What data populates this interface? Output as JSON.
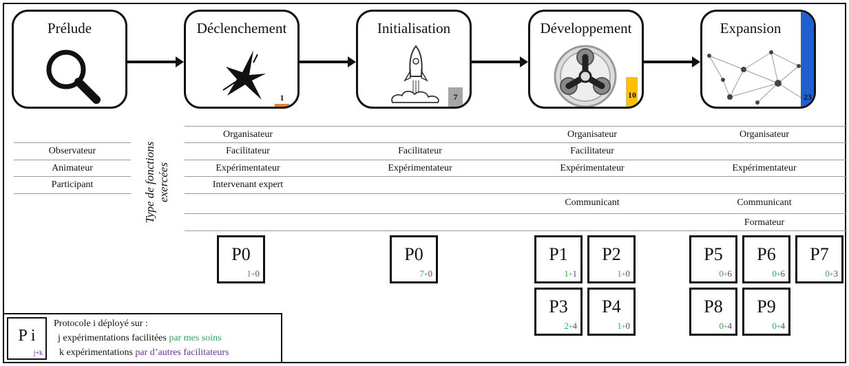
{
  "phases": [
    {
      "title": "Prélude",
      "icon": "magnifier-icon"
    },
    {
      "title": "Déclenchement",
      "icon": "explosion-icon",
      "bar": {
        "value": "1",
        "color": "#ed7d31"
      }
    },
    {
      "title": "Initialisation",
      "icon": "rocket-icon",
      "bar": {
        "value": "7",
        "color": "#a6a6a6"
      }
    },
    {
      "title": "Développement",
      "icon": "gear-icon",
      "bar": {
        "value": "10",
        "color": "#ffc000"
      }
    },
    {
      "title": "Expansion",
      "icon": "network-icon",
      "bar": {
        "value": "23",
        "color": "#1f5fd0"
      }
    }
  ],
  "axis_label": "Type de fonctions exercées",
  "prelude_roles": [
    "Observateur",
    "Animateur",
    "Participant"
  ],
  "columns": [
    {
      "rows": [
        "Organisateur",
        "Facilitateur",
        "Expérimentateur",
        "Intervenant  expert",
        "",
        ""
      ]
    },
    {
      "rows": [
        "",
        "Facilitateur",
        "Expérimentateur",
        "",
        "",
        ""
      ]
    },
    {
      "rows": [
        "Organisateur",
        "Facilitateur",
        "Expérimentateur",
        "",
        "Communicant",
        ""
      ]
    },
    {
      "rows": [
        "Organisateur",
        "",
        "Expérimentateur",
        "",
        "Communicant",
        "Formateur"
      ]
    }
  ],
  "protocols": [
    {
      "name": "P0",
      "j": "1",
      "k": "0"
    },
    {
      "name": "P0",
      "j": "7",
      "k": "0"
    },
    {
      "name": "P1",
      "j": "1",
      "k": "1"
    },
    {
      "name": "P2",
      "j": "1",
      "k": "0"
    },
    {
      "name": "P3",
      "j": "2",
      "k": "4"
    },
    {
      "name": "P4",
      "j": "1",
      "k": "0"
    },
    {
      "name": "P5",
      "j": "0",
      "k": "6"
    },
    {
      "name": "P6",
      "j": "0",
      "k": "6"
    },
    {
      "name": "P7",
      "j": "0",
      "k": "3"
    },
    {
      "name": "P8",
      "j": "0",
      "k": "4"
    },
    {
      "name": "P9",
      "j": "0",
      "k": "4"
    }
  ],
  "plus_sign": "+",
  "legend": {
    "box_name": "P i",
    "box_count": "j+k",
    "line1": "Protocole i déployé sur :",
    "line2_prefix": "j expérimentations facilitées ",
    "line2_colored": "par mes soins",
    "line3_prefix": "k expérimentations ",
    "line3_colored": "par d’autres facilitateurs"
  },
  "colors": {
    "green": "#2eaa62",
    "violet": "#7030a0"
  }
}
